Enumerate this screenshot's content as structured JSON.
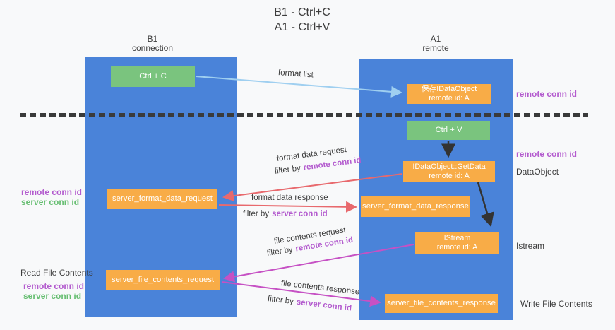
{
  "title": {
    "line1": "B1 - Ctrl+C",
    "line2": "A1 - Ctrl+V"
  },
  "lifelines": {
    "b1": {
      "title": "B1",
      "subtitle": "connection"
    },
    "a1": {
      "title": "A1",
      "subtitle": "remote"
    }
  },
  "boxes": {
    "ctrl_c": {
      "label": "Ctrl + C"
    },
    "ctrl_v": {
      "label": "Ctrl + V"
    },
    "save_dataobject": {
      "line1": "保存IDataObject",
      "line2": "remote id: A"
    },
    "getdata": {
      "line1": "IDataObject::GetData",
      "line2": "remote id: A"
    },
    "istream": {
      "line1": "IStream",
      "line2": "remote id: A"
    },
    "server_format_data_request": {
      "label": "server_format_data_request"
    },
    "server_format_data_response": {
      "label": "server_format_data_response"
    },
    "server_file_contents_request": {
      "label": "server_file_contents_request"
    },
    "server_file_contents_response": {
      "label": "server_file_contents_response"
    }
  },
  "arrow_labels": {
    "format_list": "format list",
    "format_data_request": "format data request",
    "format_data_response": "format data response",
    "file_contents_request": "file contents request",
    "file_contents_response": "file contents response",
    "filter_by": "filter by",
    "remote_conn_id": "remote conn id",
    "server_conn_id": "server conn id"
  },
  "side_labels": {
    "remote_conn_id": "remote conn id",
    "server_conn_id": "server conn id",
    "dataobject": "DataObject",
    "istream": "Istream",
    "read_file_contents": "Read File Contents",
    "write_file_contents": "Write File Contents"
  },
  "colors": {
    "lifeline_blue": "#4a83d9",
    "action_green": "#7ac47e",
    "message_orange": "#f8ac47",
    "arrow_red": "#e8696d",
    "arrow_magenta": "#c651c4",
    "arrow_lightblue": "#9fcff0",
    "arrow_black": "#333333",
    "text_purple": "#b35bce",
    "text_green": "#67be72",
    "dash_line": "#3a3a3a",
    "background": "#f8f9fa"
  }
}
